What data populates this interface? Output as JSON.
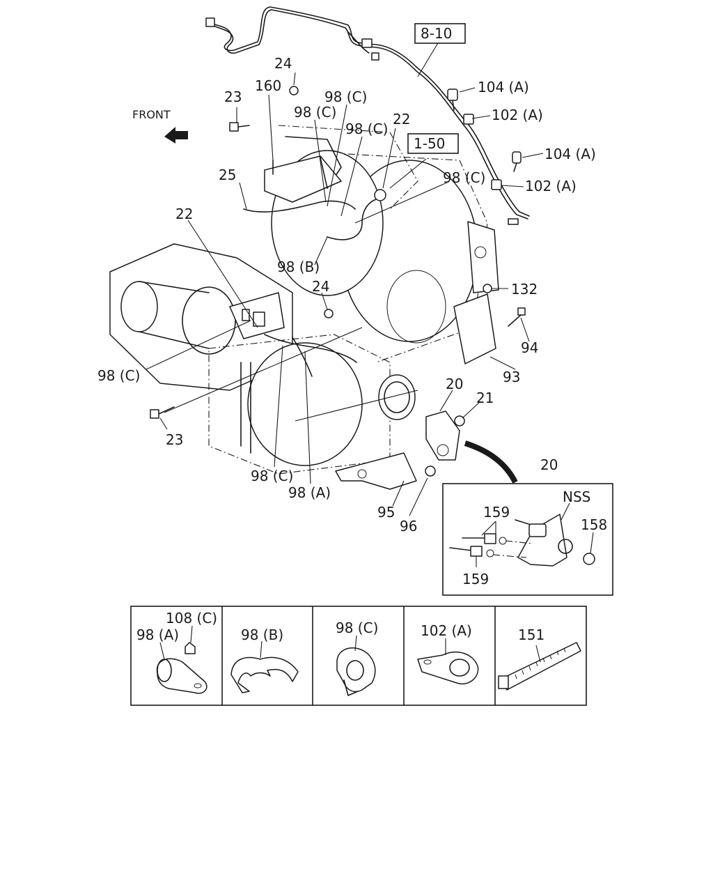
{
  "labels": {
    "ref_8_10": "8-10",
    "ref_1_50": "1-50",
    "front": "FRONT",
    "p104a_1": "104 (A)",
    "p102a_1": "102 (A)",
    "p104a_2": "104 (A)",
    "p102a_2": "102 (A)",
    "p24_top": "24",
    "p160": "160",
    "p23_top": "23",
    "p98c_1": "98 (C)",
    "p98c_2": "98 (C)",
    "p98c_3": "98 (C)",
    "p22_top": "22",
    "p98c_4": "98 (C)",
    "p25": "25",
    "p22_left": "22",
    "p98b": "98 (B)",
    "p24_mid": "24",
    "p132": "132",
    "p94": "94",
    "p93": "93",
    "p98c_left": "98 (C)",
    "p20": "20",
    "p21": "21",
    "p23_bottom": "23",
    "p98c_bottom": "98 (C)",
    "p98a": "98 (A)",
    "p95": "95",
    "p96": "96",
    "p20_inset": "20"
  },
  "inset": {
    "nss": "NSS",
    "p159_top": "159",
    "p158": "158",
    "p159_bottom": "159"
  },
  "legend": [
    {
      "label": "98 (A)",
      "sublabel": "108 (C)"
    },
    {
      "label": "98 (B)"
    },
    {
      "label": "98 (C)"
    },
    {
      "label": "102 (A)"
    },
    {
      "label": "151"
    }
  ]
}
